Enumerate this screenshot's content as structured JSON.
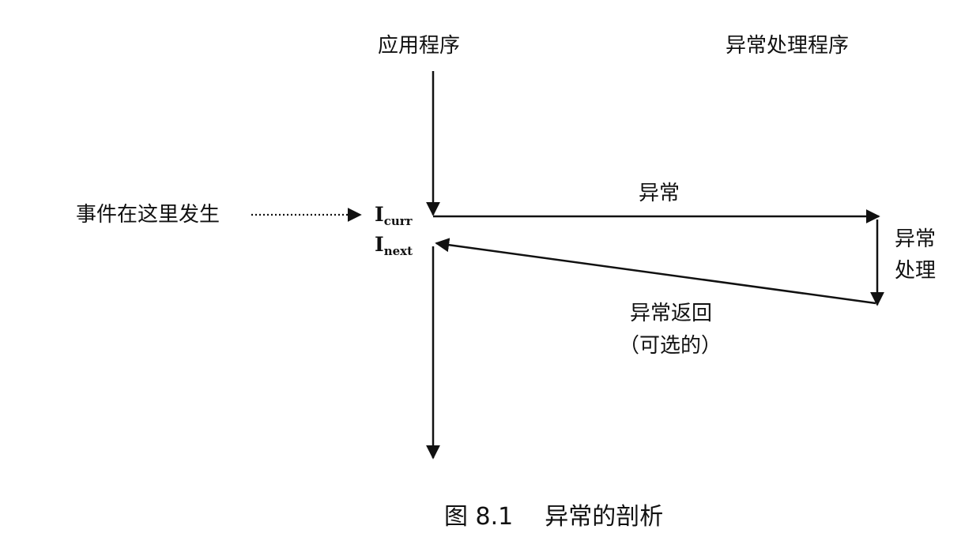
{
  "labels": {
    "app_program": "应用程序",
    "exception_handler": "异常处理程序",
    "event_occurs": "事件在这里发生",
    "exception": "异常",
    "handling_line1": "异常",
    "handling_line2": "处理",
    "exception_return": "异常返回",
    "optional": "（可选的）"
  },
  "instructions": {
    "curr": {
      "base": "I",
      "sub": "curr"
    },
    "next": {
      "base": "I",
      "sub": "next"
    }
  },
  "caption": {
    "number": "图 8.1",
    "title": "异常的剖析"
  }
}
